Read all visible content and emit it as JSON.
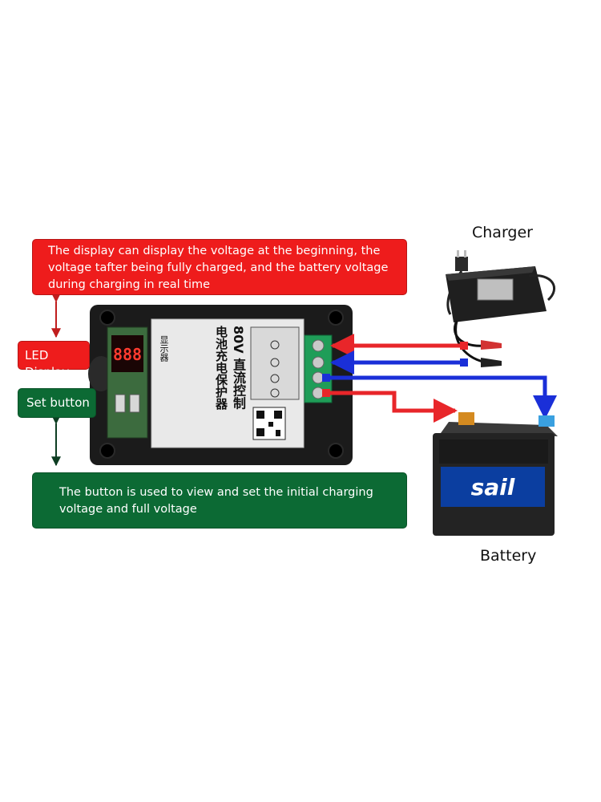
{
  "callouts": {
    "display_info": "The display can display the voltage at the beginning, the voltage tafter being fully charged, and the battery voltage during charging in real time",
    "led_display": "LED Display",
    "set_button": "Set button",
    "button_info": "The button is used to view and set the initial charging voltage and full voltage"
  },
  "labels": {
    "charger": "Charger",
    "battery": "Battery"
  },
  "device": {
    "title_line1": "80V 直流控制",
    "title_line2": "电池充电保护器",
    "display_side_label": "显示器",
    "battery_brand": "sail"
  },
  "colors": {
    "red_callout": "#ee1c1c",
    "green_callout": "#0c6a34",
    "positive_wire": "#e8262a",
    "negative_wire": "#1a2fd8",
    "terminal_block": "#1f9d58",
    "device_body": "#1b1b1b"
  },
  "icons": [
    "arrow-icon",
    "lcd-digits-icon",
    "push-button-icon",
    "qr-code-icon",
    "alligator-clip-icon"
  ]
}
